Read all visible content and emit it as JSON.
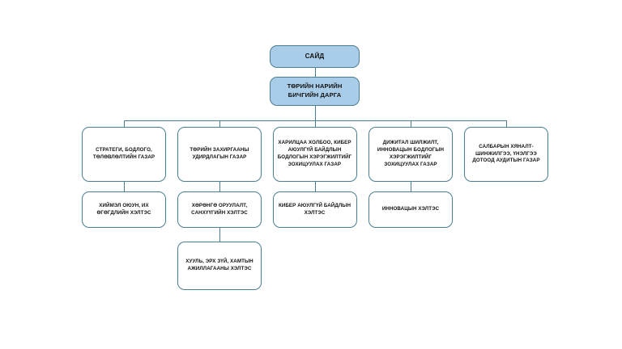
{
  "chart_meta": {
    "type": "org-chart",
    "title": "",
    "orientation": "top-down",
    "accent_fill": "#a9cde8",
    "border_color": "#4a7e92",
    "background": "#ffffff",
    "text_color": "#111111",
    "levels": 5,
    "branch_count": 5
  },
  "nodes": {
    "minister": {
      "label": "САЙД"
    },
    "state_secretary": {
      "label": "ТӨРИЙН НАРИЙН БИЧГИЙН ДАРГА"
    },
    "dept1": {
      "label": "СТРАТЕГИ, БОДЛОГО, ТӨЛӨВЛӨЛТИЙН ГАЗАР"
    },
    "dept2": {
      "label": "ТӨРИЙН ЗАХИРГААНЫ УДИРДЛАГЫН ГАЗАР"
    },
    "dept3": {
      "label": "ХАРИЛЦАА ХОЛБОО, КИБЕР АЮУЛГҮЙ БАЙДЛЫН БОДЛОГЫН ХЭРЭГЖИЛТИЙГ ЗОХИЦУУЛАХ ГАЗАР"
    },
    "dept4": {
      "label": "ДИЖИТАЛ ШИЛЖИЛТ, ИННОВАЦЫН БОДЛОГЫН ХЭРЭГЖИЛТИЙГ ЗОХИЦУУЛАХ ГАЗАР"
    },
    "dept5": {
      "label": "САЛБАРЫН ХЯНАЛТ-ШИНЖИЛГЭЭ, ҮНЭЛГЭЭ ДОТООД АУДИТЫН ГАЗАР"
    },
    "unit1": {
      "label": "ХИЙМЭЛ ОЮУН, ИХ ӨГӨГДЛИЙН ХЭЛТЭС"
    },
    "unit2": {
      "label": "ХӨРӨНГӨ ОРУУЛАЛТ, САНХҮҮГИЙН ХЭЛТЭС"
    },
    "unit3": {
      "label": "КИБЕР АЮУЛГҮЙ БАЙДЛЫН ХЭЛТЭС"
    },
    "unit4": {
      "label": "ИННОВАЦЫН ХЭЛТЭС"
    },
    "unit5": {
      "label": "ХУУЛЬ, ЭРХ ЗҮЙ, ХАМТЫН АЖИЛЛАГААНЫ ХЭЛТЭС"
    }
  }
}
